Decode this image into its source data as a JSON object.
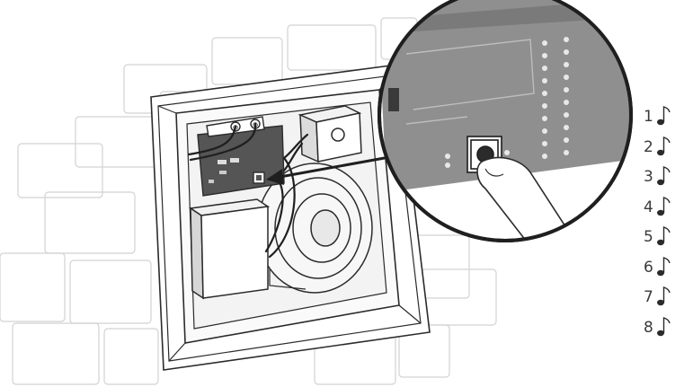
{
  "tones": [
    {
      "number": "1",
      "icon": "music-note-icon"
    },
    {
      "number": "2",
      "icon": "music-note-icon"
    },
    {
      "number": "3",
      "icon": "music-note-icon"
    },
    {
      "number": "4",
      "icon": "music-note-icon"
    },
    {
      "number": "5",
      "icon": "music-note-icon"
    },
    {
      "number": "6",
      "icon": "music-note-icon"
    },
    {
      "number": "7",
      "icon": "music-note-icon"
    },
    {
      "number": "8",
      "icon": "music-note-icon"
    }
  ],
  "circuit_board_terminal_labels": [
    "⊖",
    "⊕"
  ],
  "colors": {
    "line": "#2b2b2b",
    "wall": "#d2d2d2",
    "circuit_board": "#555555",
    "magnifier_fill": "#8f8f8f",
    "led_dots": "#e8e8e8"
  }
}
